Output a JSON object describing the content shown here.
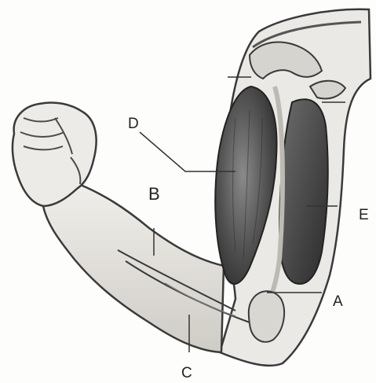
{
  "diagram": {
    "labels": {
      "a": "A",
      "b": "B",
      "c": "C",
      "d": "D",
      "e": "E"
    },
    "colors": {
      "skin": "#e9e7e3",
      "skin_shadow": "#c9c6c0",
      "outline": "#3a3a3a",
      "muscle_dark": "#4a4a4a",
      "muscle_mid": "#6a6a6a",
      "bone": "#d6d4cf"
    }
  }
}
